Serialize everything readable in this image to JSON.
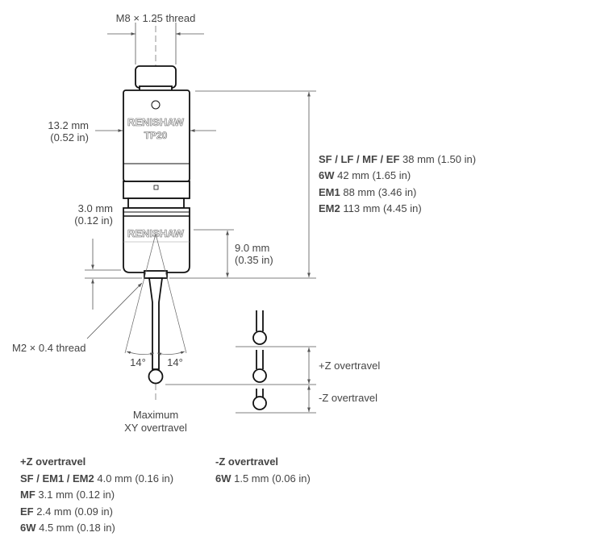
{
  "dimensions": {
    "thread_top": "M8 × 1.25 thread",
    "body_dia_mm": "13.2 mm",
    "body_dia_in": "(0.52 in)",
    "stub_mm": "3.0 mm",
    "stub_in": "(0.12 in)",
    "module_mm": "9.0 mm",
    "module_in": "(0.35 in)",
    "thread_bottom": "M2 × 0.4 thread",
    "angle_left": "14°",
    "angle_right": "14°",
    "xy_line1": "Maximum",
    "xy_line2": "XY overtravel",
    "brand": "RENISHAW",
    "model": "TP20"
  },
  "lengths": [
    {
      "variant": "SF / LF / MF / EF",
      "value": "38 mm (1.50 in)"
    },
    {
      "variant": "6W",
      "value": "42 mm (1.65 in)"
    },
    {
      "variant": "EM1",
      "value": "88 mm (3.46 in)"
    },
    {
      "variant": "EM2",
      "value": "113 mm (4.45 in)"
    }
  ],
  "overtravel_labels": {
    "plus": "+Z overtravel",
    "minus": "-Z overtravel"
  },
  "plus_z": {
    "title": "+Z overtravel",
    "rows": [
      {
        "variant": "SF / EM1 / EM2",
        "value": "4.0 mm (0.16 in)"
      },
      {
        "variant": "MF",
        "value": "3.1 mm (0.12 in)"
      },
      {
        "variant": "EF",
        "value": "2.4 mm (0.09 in)"
      },
      {
        "variant": "6W",
        "value": "4.5 mm (0.18 in)"
      }
    ]
  },
  "minus_z": {
    "title": "-Z overtravel",
    "rows": [
      {
        "variant": "6W",
        "value": "1.5 mm (0.06 in)"
      }
    ]
  }
}
